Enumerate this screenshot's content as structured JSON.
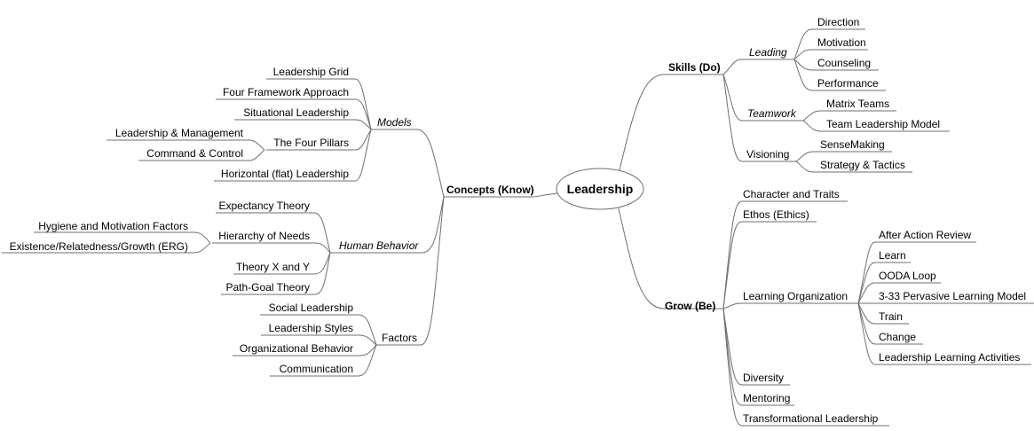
{
  "root": "Leadership",
  "branches": {
    "concepts": {
      "label": "Concepts (Know)",
      "models": {
        "label": "Models",
        "items": [
          "Leadership Grid",
          "Four Framework Approach",
          "Situational Leadership",
          "The Four Pillars",
          "Horizontal (flat) Leadership"
        ],
        "four_pillars_children": [
          "Leadership & Management",
          "Command & Control"
        ]
      },
      "human_behavior": {
        "label": "Human Behavior",
        "items": [
          "Expectancy Theory",
          "Hierarchy of Needs",
          "Theory X and Y",
          "Path-Goal Theory"
        ],
        "hierarchy_children": [
          "Hygiene and Motivation Factors",
          "Existence/Relatedness/Growth (ERG)"
        ]
      },
      "factors": {
        "label": "Factors",
        "items": [
          "Social Leadership",
          "Leadership Styles",
          "Organizational Behavior",
          "Communication"
        ]
      }
    },
    "skills": {
      "label": "Skills (Do)",
      "leading": {
        "label": "Leading",
        "items": [
          "Direction",
          "Motivation",
          "Counseling",
          "Performance"
        ]
      },
      "teamwork": {
        "label": "Teamwork",
        "items": [
          "Matrix Teams",
          "Team Leadership Model"
        ]
      },
      "visioning": {
        "label": "Visioning",
        "items": [
          "SenseMaking",
          "Strategy & Tactics"
        ]
      }
    },
    "grow": {
      "label": "Grow (Be)",
      "items_top": [
        "Character and Traits",
        "Ethos (Ethics)"
      ],
      "learning_org": {
        "label": "Learning Organization",
        "items": [
          "After Action Review",
          "Learn",
          "OODA Loop",
          "3-33 Pervasive Learning Model",
          "Train",
          "Change",
          "Leadership Learning Activities"
        ]
      },
      "items_bottom": [
        "Diversity",
        "Mentoring",
        "Transformational Leadership"
      ]
    }
  }
}
